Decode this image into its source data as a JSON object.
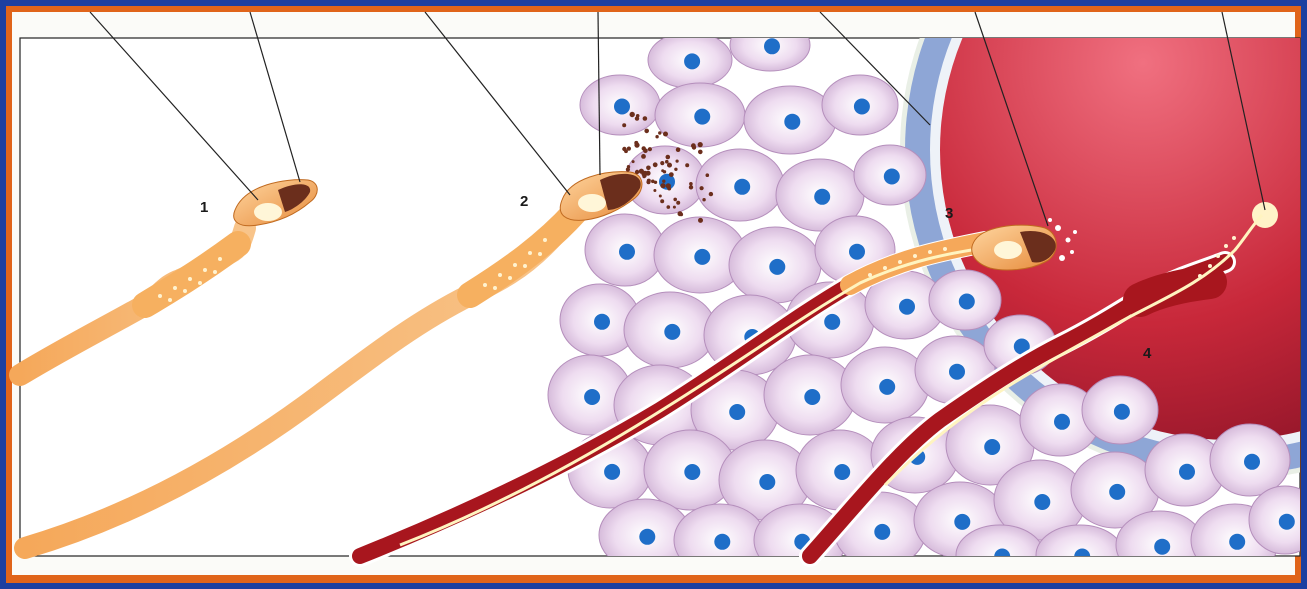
{
  "figure": {
    "stage_labels": [
      "1",
      "2",
      "3",
      "4"
    ],
    "colors": {
      "outer_border": "#1c3fa0",
      "frame_orange": "#e0641a",
      "background": "#fbfbf8",
      "sperm_light": "#f5b26a",
      "sperm_dark": "#a8161e",
      "cell_body": "#e8d2ea",
      "cell_nucleus": "#1f6ec8",
      "zona_pellucida": "#8ea6d6",
      "egg": "#c8283a"
    }
  }
}
